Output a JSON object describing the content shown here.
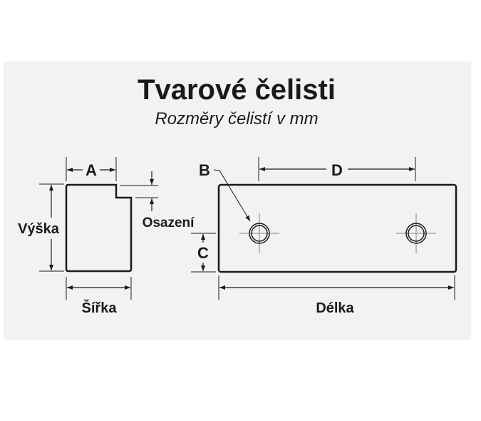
{
  "title": "Tvarové čelisti",
  "subtitle": "Rozměry čelistí v mm",
  "labels": {
    "a": "A",
    "b": "B",
    "c": "C",
    "d": "D",
    "height": "Výška",
    "width": "Šířka",
    "shoulder": "Osazení",
    "length": "Délka"
  },
  "colors": {
    "panel": "#f2f2f2",
    "line": "#1a1a1a",
    "crosshair": "#999999"
  }
}
